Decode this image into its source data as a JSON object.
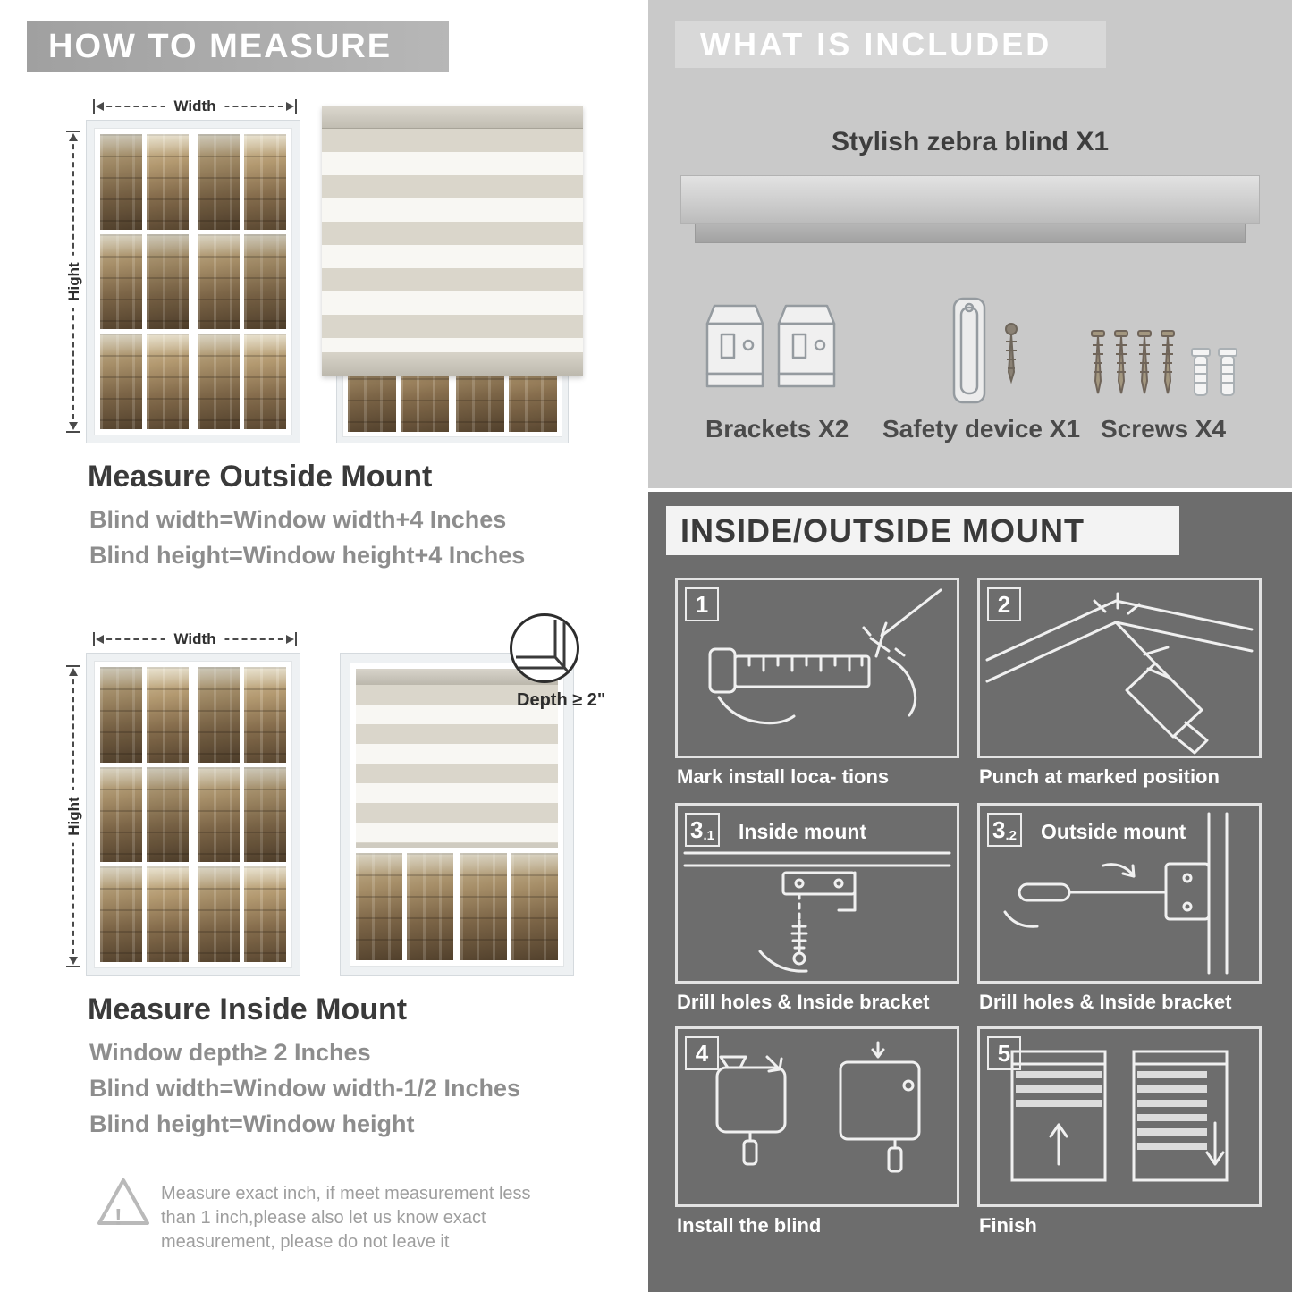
{
  "left": {
    "header": "HOW TO MEASURE",
    "outside": {
      "width_label": "Width",
      "height_label": "Hight",
      "title": "Measure Outside Mount",
      "lines": [
        "Blind width=Window width+4 Inches",
        "Blind height=Window height+4 Inches"
      ]
    },
    "inside": {
      "width_label": "Width",
      "height_label": "Hight",
      "depth_label": "Depth ≥ 2\"",
      "title": "Measure Inside Mount",
      "lines": [
        "Window depth≥ 2 Inches",
        "Blind width=Window width-1/2 Inches",
        "Blind height=Window height"
      ]
    },
    "note": {
      "icon": "!",
      "lines": [
        "Measure exact inch, if meet measurement less",
        "than 1 inch,please also let us know exact",
        "measurement, please do not leave it"
      ]
    }
  },
  "included": {
    "header": "WHAT IS INCLUDED",
    "product": "Stylish zebra blind X1",
    "items": [
      {
        "name": "brackets",
        "label": "Brackets X2"
      },
      {
        "name": "safety-device",
        "label": "Safety device X1"
      },
      {
        "name": "screws",
        "label": "Screws X4"
      }
    ]
  },
  "mount": {
    "header": "INSIDE/OUTSIDE MOUNT",
    "steps": [
      {
        "num": "1",
        "caption": "Mark install loca- tions"
      },
      {
        "num": "2",
        "caption": "Punch at  marked position"
      },
      {
        "num": "3",
        "sub": ".1",
        "label": "Inside mount",
        "caption": "Drill holes &  Inside bracket"
      },
      {
        "num": "3",
        "sub": ".2",
        "label": "Outside mount",
        "caption": "Drill holes &  Inside bracket"
      },
      {
        "num": "4",
        "caption": "Install the blind"
      },
      {
        "num": "5",
        "caption": "Finish"
      }
    ]
  }
}
